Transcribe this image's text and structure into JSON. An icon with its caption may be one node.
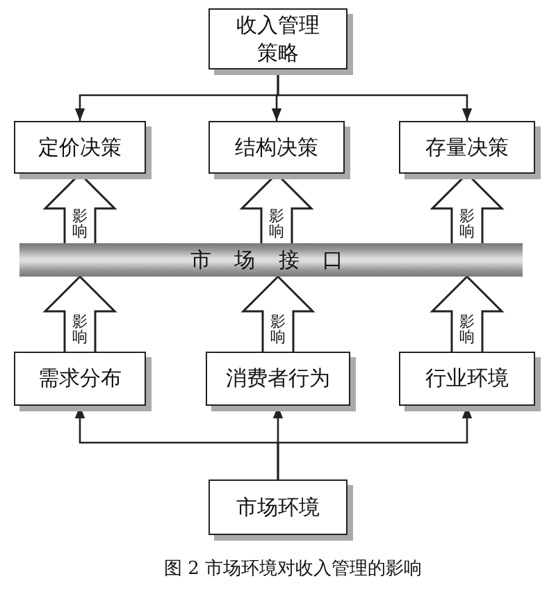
{
  "diagram": {
    "caption": "图 2 市场环境对收入管理的影响",
    "nodes": [
      {
        "text": [
          "收入管理策略"
        ]
      },
      {
        "text": [
          "定价决策"
        ]
      },
      {
        "text": [
          "结构决策"
        ]
      },
      {
        "text": [
          "存量决策"
        ]
      },
      {
        "text": [
          "市 场 接 口"
        ]
      },
      {
        "text": [
          "需求分布"
        ]
      },
      {
        "text": [
          "消费者行为"
        ]
      },
      {
        "text": [
          "行业环境"
        ]
      },
      {
        "text": [
          "市场环境"
        ]
      }
    ],
    "edges": [
      {
        "from": 0,
        "to": 1,
        "arrow": "to"
      },
      {
        "from": 0,
        "to": 2,
        "arrow": "to"
      },
      {
        "from": 0,
        "to": 3,
        "arrow": "to"
      },
      {
        "from": 4,
        "to": 1,
        "arrow": "to",
        "label": "影响",
        "style": "thick"
      },
      {
        "from": 4,
        "to": 2,
        "arrow": "to",
        "label": "影响",
        "style": "thick"
      },
      {
        "from": 4,
        "to": 3,
        "arrow": "to",
        "label": "影响",
        "style": "thick"
      },
      {
        "from": 5,
        "to": 4,
        "arrow": "to",
        "label": "影响",
        "style": "thick"
      },
      {
        "from": 6,
        "to": 4,
        "arrow": "to",
        "label": "影响",
        "style": "thick"
      },
      {
        "from": 7,
        "to": 4,
        "arrow": "to",
        "label": "影响",
        "style": "thick"
      },
      {
        "from": 8,
        "to": 5,
        "arrow": "to"
      },
      {
        "from": 8,
        "to": 6,
        "arrow": "to"
      },
      {
        "from": 8,
        "to": 7,
        "arrow": "to"
      }
    ]
  }
}
